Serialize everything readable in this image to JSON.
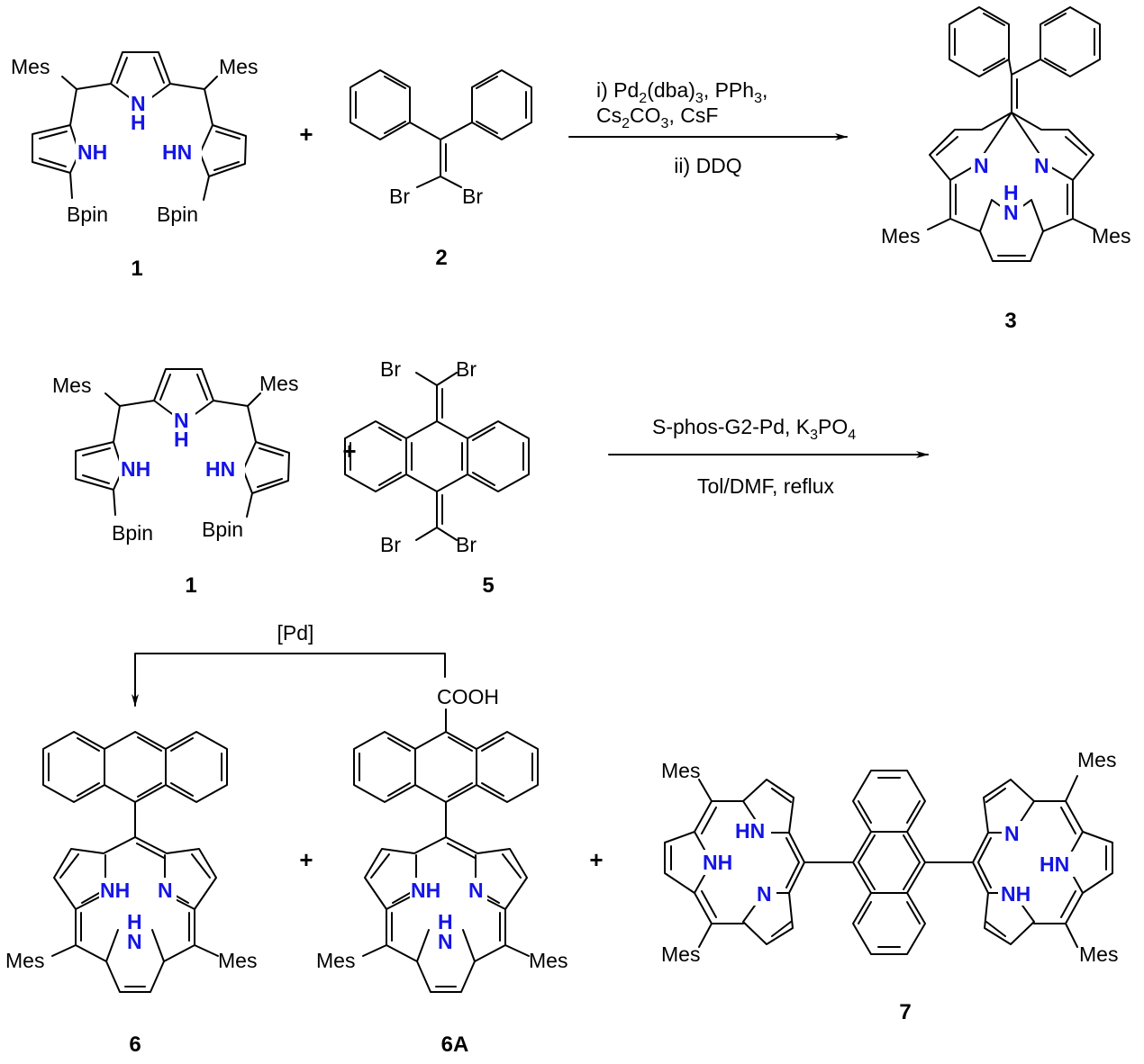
{
  "colors": {
    "heteroatom": "#1414e6",
    "ink": "#000000",
    "background": "#ffffff"
  },
  "reaction1": {
    "reactant1": {
      "id": "1",
      "substituents": [
        "Mes",
        "Mes",
        "Bpin",
        "Bpin"
      ],
      "nh": [
        "NH",
        "N",
        "H",
        "HN"
      ]
    },
    "plus": "+",
    "reactant2": {
      "id": "2",
      "substituents": [
        "Br",
        "Br"
      ]
    },
    "conditions_line1": "i) Pd",
    "conditions_line1_sub1": "2",
    "conditions_line1_mid": "(dba)",
    "conditions_line1_sub2": "3",
    "conditions_line1_end": ", PPh",
    "conditions_line1_sub3": "3",
    "conditions_line1_tail": ",",
    "conditions_line2": "Cs",
    "conditions_line2_sub1": "2",
    "conditions_line2_mid": "CO",
    "conditions_line2_sub2": "3",
    "conditions_line2_end": ", CsF",
    "conditions_below": "ii) DDQ",
    "product": {
      "id": "3",
      "substituents": [
        "Mes",
        "Mes"
      ],
      "n_labels": [
        "N",
        "N",
        "H",
        "N"
      ]
    }
  },
  "reaction2": {
    "reactant1": {
      "id": "1",
      "substituents": [
        "Mes",
        "Mes",
        "Bpin",
        "Bpin"
      ],
      "nh": [
        "NH",
        "N",
        "H",
        "HN"
      ]
    },
    "plus": "+",
    "reactant2": {
      "id": "5",
      "substituents": [
        "Br",
        "Br",
        "Br",
        "Br"
      ]
    },
    "conditions_above": "S-phos-G2-Pd, K",
    "conditions_above_sub1": "3",
    "conditions_above_mid": "PO",
    "conditions_above_sub2": "4",
    "conditions_below": "Tol/DMF, reflux"
  },
  "products": {
    "decarboxylation_reagent": "[Pd]",
    "p6": {
      "id": "6",
      "substituents": [
        "Mes",
        "Mes"
      ],
      "n_labels": [
        "NH",
        "N",
        "H",
        "N"
      ]
    },
    "p6a": {
      "id": "6A",
      "group": "COOH",
      "substituents": [
        "Mes",
        "Mes"
      ],
      "n_labels": [
        "NH",
        "N",
        "H",
        "N"
      ]
    },
    "p7": {
      "id": "7",
      "substituents": [
        "Mes",
        "Mes",
        "Mes",
        "Mes"
      ],
      "n_labels": [
        "HN",
        "NH",
        "N",
        "N",
        "HN",
        "NH"
      ]
    },
    "plus1": "+",
    "plus2": "+"
  }
}
